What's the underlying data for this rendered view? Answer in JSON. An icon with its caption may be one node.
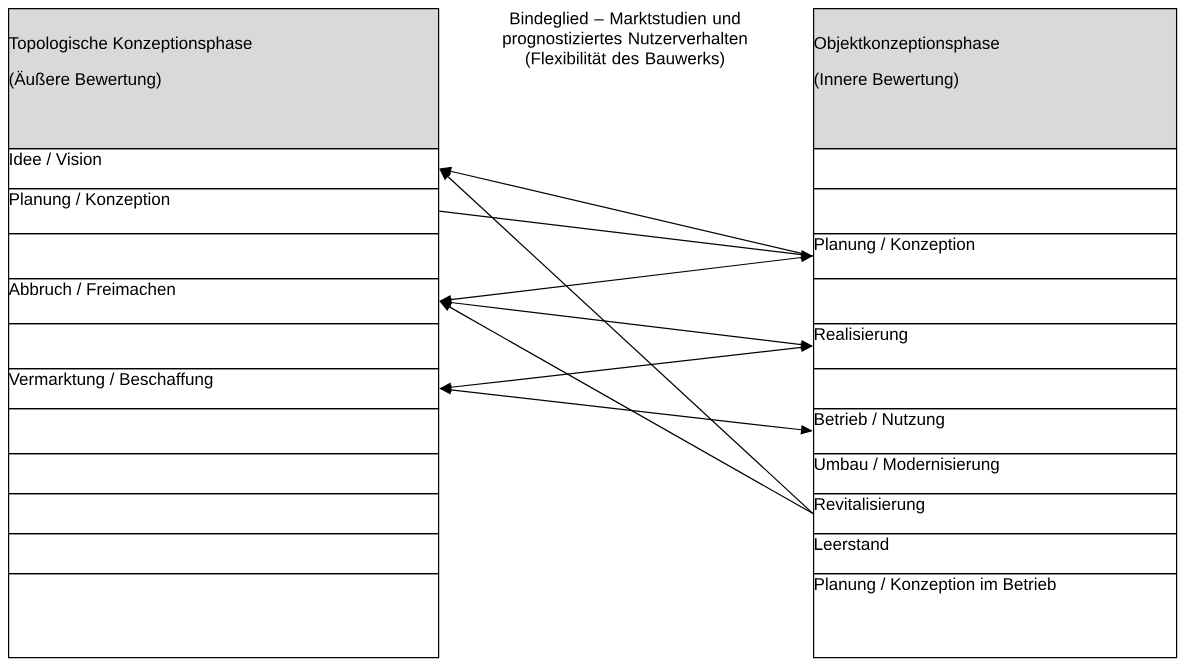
{
  "diagram": {
    "nodes": [
      {
        "text": [
          "Topologische Konzeptionsphase",
          "(Äußere Bewertung)"
        ]
      },
      {
        "text": [
          "Idee / Vision"
        ]
      },
      {
        "text": [
          "Planung / Konzeption"
        ]
      },
      {
        "text": [],
        "shape": "box"
      },
      {
        "text": [
          "Abbruch / Freimachen"
        ]
      },
      {
        "text": [],
        "shape": "box"
      },
      {
        "text": [
          "Vermarktung / Beschaffung"
        ]
      },
      {
        "text": [],
        "shape": "box"
      },
      {
        "text": [],
        "shape": "box"
      },
      {
        "text": [],
        "shape": "box"
      },
      {
        "text": [],
        "shape": "box"
      },
      {
        "text": [],
        "shape": "box"
      },
      {
        "text": [
          "Objektkonzeptionsphase",
          "(Innere Bewertung)"
        ]
      },
      {
        "text": [],
        "shape": "box"
      },
      {
        "text": [],
        "shape": "box"
      },
      {
        "text": [
          "Planung / Konzeption"
        ]
      },
      {
        "text": [],
        "shape": "box"
      },
      {
        "text": [
          "Realisierung"
        ]
      },
      {
        "text": [],
        "shape": "box"
      },
      {
        "text": [
          "Betrieb / Nutzung"
        ]
      },
      {
        "text": [
          "Umbau / Modernisierung"
        ]
      },
      {
        "text": [
          "Revitalisierung"
        ]
      },
      {
        "text": [
          "Leerstand"
        ]
      },
      {
        "text": [
          "Planung / Konzeption im Betrieb"
        ]
      }
    ],
    "edges": [
      {
        "from": 2,
        "to": 15,
        "arrow": "to"
      },
      {
        "from": 15,
        "to": 1,
        "arrow": "to"
      },
      {
        "from": 15,
        "to": 4,
        "arrow": "both"
      },
      {
        "from": 4,
        "to": 17,
        "arrow": "both"
      },
      {
        "from": 17,
        "to": 6,
        "arrow": "both"
      },
      {
        "from": 6,
        "to": 19,
        "arrow": "both"
      },
      {
        "from": 21,
        "to": 1,
        "arrow": "to"
      },
      {
        "from": 21,
        "to": 4,
        "arrow": "to"
      }
    ],
    "labels": [
      "Bindeglied – Marktstudien und prognostiziertes Nutzerverhalten (Flexibilität des Bauwerks)"
    ]
  }
}
